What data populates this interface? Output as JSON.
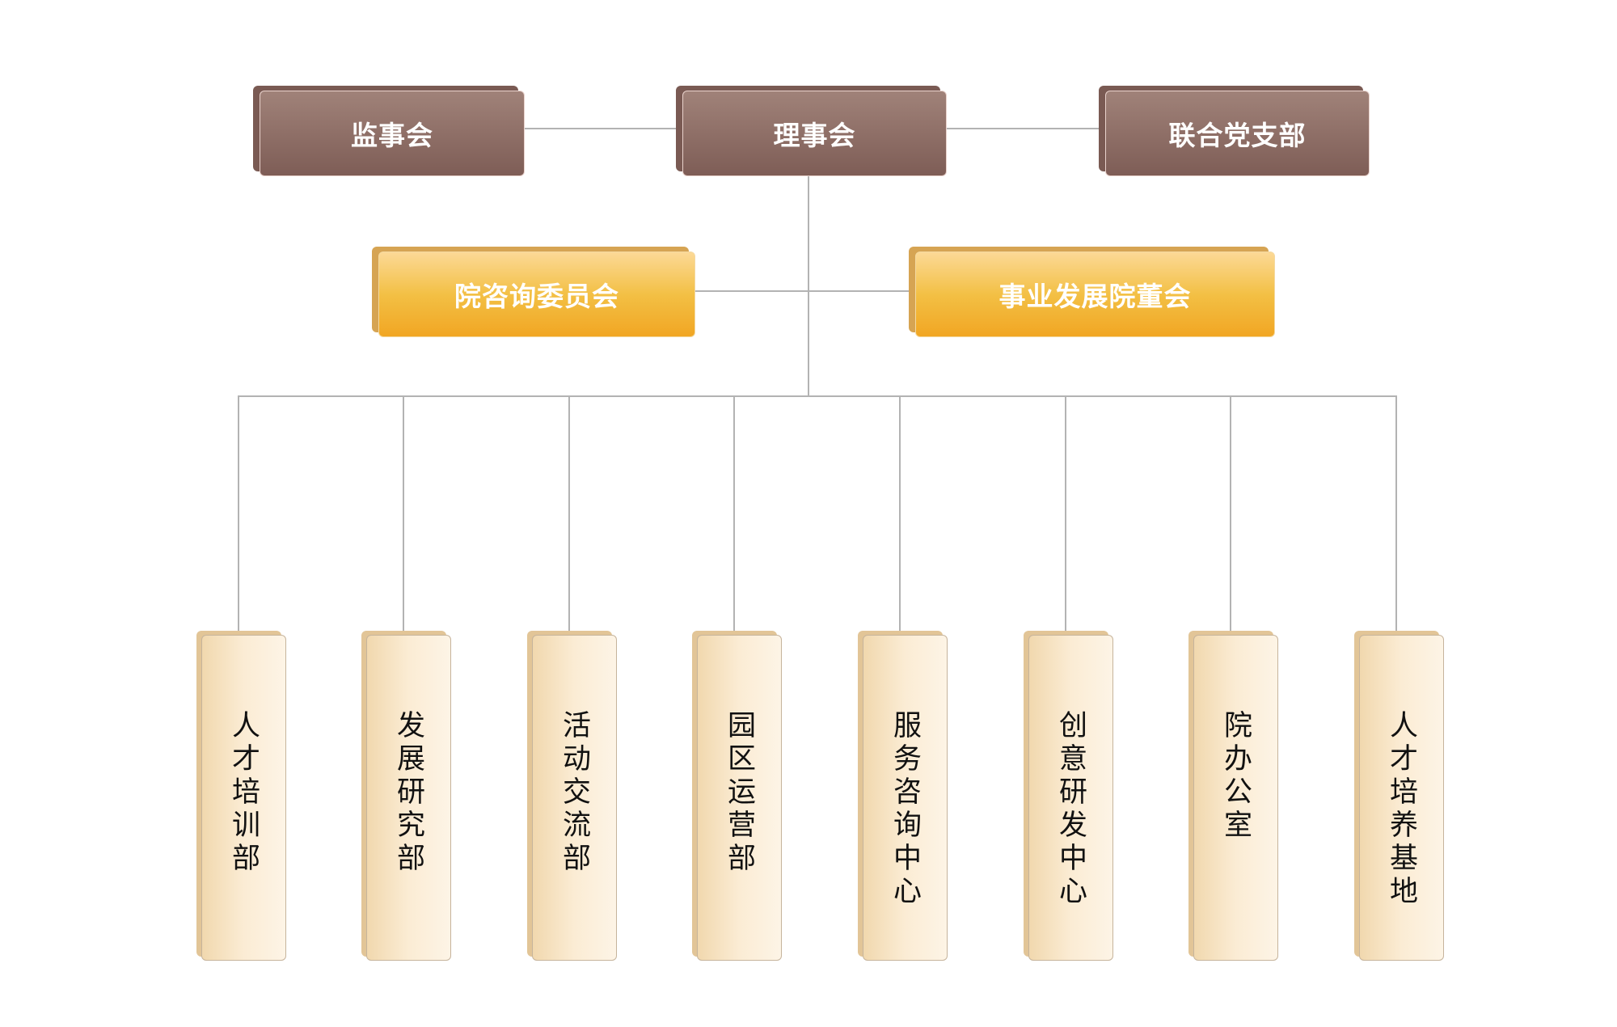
{
  "top_row": [
    {
      "label": "监事会"
    },
    {
      "label": "理事会"
    },
    {
      "label": "联合党支部"
    }
  ],
  "middle_row": [
    {
      "label": "院咨询委员会"
    },
    {
      "label": "事业发展院董会"
    }
  ],
  "departments": [
    {
      "label": "人才培训部"
    },
    {
      "label": "发展研究部"
    },
    {
      "label": "活动交流部"
    },
    {
      "label": "园区运营部"
    },
    {
      "label": "服务咨询中心"
    },
    {
      "label": "创意研发中心"
    },
    {
      "label": "院办公室"
    },
    {
      "label": "人才培养基地"
    }
  ],
  "colors": {
    "top_box": "#8f6f68",
    "middle_box": "#f2b435",
    "department_box": "#f8e6c8",
    "connector": "#b3b3b3"
  }
}
